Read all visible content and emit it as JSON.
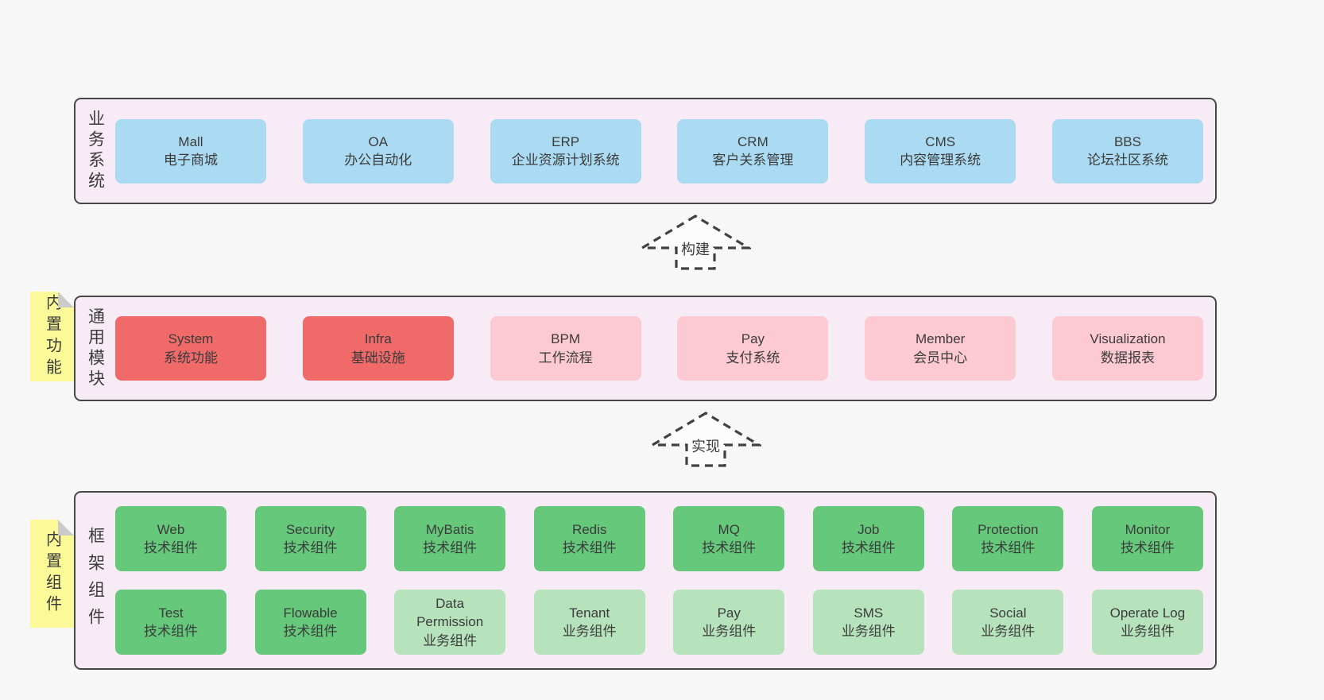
{
  "colors": {
    "page_background": "#f7f7f7",
    "panel_background": "#f7ecf5",
    "panel_border": "#474747",
    "blue": "#abdbf2",
    "red": "#f06a6a",
    "pink": "#fdc9d2",
    "green": "#65c87b",
    "lightgreen": "#b6e3bc",
    "sticky_yellow": "#fbf998",
    "sticky_fold_gray": "#cbcbcb",
    "text": "#3b3b3b"
  },
  "diagram": {
    "sections": [
      {
        "label": "业务系统",
        "sticky": "",
        "rows": [
          [
            {
              "name": "Mall",
              "desc": "电子商城",
              "variant": "blue"
            },
            {
              "name": "OA",
              "desc": "办公自动化",
              "variant": "blue"
            },
            {
              "name": "ERP",
              "desc": "企业资源计划系统",
              "variant": "blue"
            },
            {
              "name": "CRM",
              "desc": "客户关系管理",
              "variant": "blue"
            },
            {
              "name": "CMS",
              "desc": "内容管理系统",
              "variant": "blue"
            },
            {
              "name": "BBS",
              "desc": "论坛社区系统",
              "variant": "blue"
            }
          ]
        ]
      },
      {
        "label": "通用模块",
        "sticky": "内置功能",
        "rows": [
          [
            {
              "name": "System",
              "desc": "系统功能",
              "variant": "red"
            },
            {
              "name": "Infra",
              "desc": "基础设施",
              "variant": "red"
            },
            {
              "name": "BPM",
              "desc": "工作流程",
              "variant": "pink"
            },
            {
              "name": "Pay",
              "desc": "支付系统",
              "variant": "pink"
            },
            {
              "name": "Member",
              "desc": "会员中心",
              "variant": "pink"
            },
            {
              "name": "Visualization",
              "desc": "数据报表",
              "variant": "pink"
            }
          ]
        ]
      },
      {
        "label": "框架组件",
        "sticky": "内置组件",
        "rows": [
          [
            {
              "name": "Web",
              "desc": "技术组件",
              "variant": "green"
            },
            {
              "name": "Security",
              "desc": "技术组件",
              "variant": "green"
            },
            {
              "name": "MyBatis",
              "desc": "技术组件",
              "variant": "green"
            },
            {
              "name": "Redis",
              "desc": "技术组件",
              "variant": "green"
            },
            {
              "name": "MQ",
              "desc": "技术组件",
              "variant": "green"
            },
            {
              "name": "Job",
              "desc": "技术组件",
              "variant": "green"
            },
            {
              "name": "Protection",
              "desc": "技术组件",
              "variant": "green"
            },
            {
              "name": "Monitor",
              "desc": "技术组件",
              "variant": "green"
            }
          ],
          [
            {
              "name": "Test",
              "desc": "技术组件",
              "variant": "green"
            },
            {
              "name": "Flowable",
              "desc": "技术组件",
              "variant": "green"
            },
            {
              "name": "Data Permission",
              "desc": "业务组件",
              "variant": "lightgreen"
            },
            {
              "name": "Tenant",
              "desc": "业务组件",
              "variant": "lightgreen"
            },
            {
              "name": "Pay",
              "desc": "业务组件",
              "variant": "lightgreen"
            },
            {
              "name": "SMS",
              "desc": "业务组件",
              "variant": "lightgreen"
            },
            {
              "name": "Social",
              "desc": "业务组件",
              "variant": "lightgreen"
            },
            {
              "name": "Operate Log",
              "desc": "业务组件",
              "variant": "lightgreen"
            }
          ]
        ]
      }
    ],
    "arrows": [
      {
        "label": "构建"
      },
      {
        "label": "实现"
      }
    ]
  }
}
